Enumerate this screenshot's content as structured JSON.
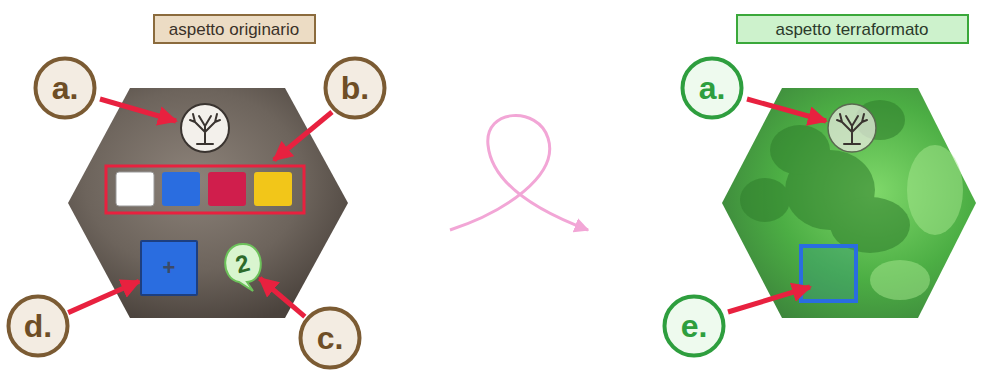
{
  "diagram": {
    "nodes": [
      {
        "text": [
          "aspetto originario"
        ]
      },
      {
        "text": [
          "aspetto terraformato"
        ]
      },
      {
        "text": [
          "a."
        ]
      },
      {
        "text": [
          "b."
        ]
      },
      {
        "text": [
          "+"
        ]
      },
      {
        "text": [
          "2"
        ]
      },
      {
        "text": [
          "d."
        ]
      },
      {
        "text": [
          "c."
        ]
      },
      {
        "text": [
          "a."
        ]
      },
      {
        "text": [
          "e."
        ]
      }
    ],
    "edges": [
      {
        "from": 6,
        "to": 4,
        "arrow": "to"
      },
      {
        "from": 7,
        "to": 5,
        "arrow": "to"
      }
    ]
  }
}
